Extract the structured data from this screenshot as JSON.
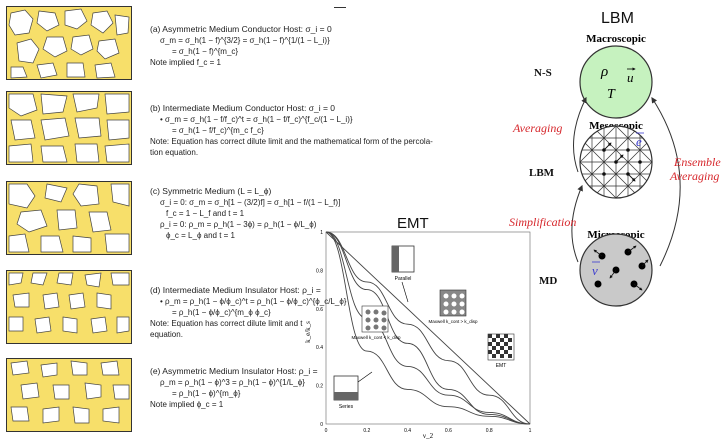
{
  "panels": [
    {
      "id": "a",
      "lines": [
        "(a) Asymmetric Medium Conductor Host: σ_i = 0",
        "σ_m = σ_h(1 − f)^{3/2} = σ_h(1 − f)^{1/(1 − L_i)}",
        "= σ_h(1 − f)^{m_c}",
        "Note implied f_c = 1"
      ]
    },
    {
      "id": "b",
      "lines": [
        "(b) Intermediate Medium Conductor Host: σ_i = 0",
        "• σ_m = σ_h(1 − f/f_c)^t = σ_h(1 − f/f_c)^{f_c/(1 − L_i)}",
        "= σ_h(1 − f/f_c)^{m_c f_c}",
        "Note: Equation has correct dilute limit and the mathematical form of the percola-",
        "tion equation."
      ]
    },
    {
      "id": "c",
      "lines": [
        "(c) Symmetric Medium (L = L_ϕ)",
        "σ_i = 0: σ_m = σ_h[1 − (3/2)f] = σ_h[1 − f/(1 − L_f)]",
        "f_c = 1 − L_f and t = 1",
        "ρ_i = 0: ρ_m = ρ_h(1 − 3ϕ) = ρ_h(1 − ϕ/L_ϕ)",
        "ϕ_c = L_ϕ and t = 1"
      ]
    },
    {
      "id": "d",
      "lines": [
        "(d) Intermediate Medium Insulator Host: ρ_i =",
        "• ρ_m = ρ_h(1 − ϕ/ϕ_c)^t = ρ_h(1 − ϕ/ϕ_c)^{ϕ_c/L_ϕ}",
        "= ρ_h(1 − ϕ/ϕ_c)^{m_ϕ ϕ_c}",
        "Note: Equation has correct dilute limit and t",
        "equation."
      ]
    },
    {
      "id": "e",
      "lines": [
        "(e) Asymmetric Medium Insulator Host: ρ_i =",
        "ρ_m = ρ_h(1 − ϕ)^3 = ρ_h(1 − ϕ)^{1/L_ϕ}",
        "= ρ_h(1 − ϕ)^{m_ϕ}",
        "Note implied ϕ_c = 1"
      ]
    }
  ],
  "emt": {
    "title": "EMT",
    "ylabel": "k_e/k_s",
    "xlabel": "ν_2",
    "labels": {
      "parallel": "Parallel",
      "maxwell_up": "Maxwell k_cont > k_disp",
      "maxwell_low": "Maxwell k_cont < k_disp",
      "emt": "EMT",
      "series": "Series"
    }
  },
  "chart_data": {
    "type": "line",
    "x": [
      0,
      0.2,
      0.4,
      0.6,
      0.8,
      1.0
    ],
    "xticks": [
      "0",
      "0.2",
      "0.4",
      "0.6",
      "0.8",
      "1"
    ],
    "yticks": [
      "0",
      "0.2",
      "0.4",
      "0.6",
      "0.8",
      "1"
    ],
    "xlabel": "ν_2",
    "ylabel": "k_e/k_s",
    "xlim": [
      0,
      1
    ],
    "ylim": [
      0,
      1
    ],
    "series": [
      {
        "name": "Parallel",
        "values": [
          1.0,
          0.8,
          0.6,
          0.4,
          0.2,
          0.0
        ]
      },
      {
        "name": "Maxwell k_cont > k_disp",
        "values": [
          1.0,
          0.74,
          0.52,
          0.33,
          0.15,
          0.0
        ]
      },
      {
        "name": "EMT",
        "values": [
          1.0,
          0.7,
          0.42,
          0.18,
          0.05,
          0.0
        ]
      },
      {
        "name": "Maxwell k_cont < k_disp",
        "values": [
          1.0,
          0.55,
          0.3,
          0.15,
          0.06,
          0.0
        ]
      },
      {
        "name": "Series",
        "values": [
          1.0,
          0.38,
          0.18,
          0.09,
          0.04,
          0.0
        ]
      }
    ]
  },
  "lbm": {
    "title": "LBM",
    "levels": {
      "macro": "Macroscopic",
      "meso": "Mesoscopic",
      "micro": "Microscopic"
    },
    "left": {
      "ns": "N-S",
      "lbm": "LBM",
      "md": "MD"
    },
    "red": {
      "averaging": "Averaging",
      "simplification": "Simplification",
      "ensemble1": "Ensemble",
      "ensemble2": "Averaging"
    },
    "symbols": {
      "rho": "ρ",
      "u": "u",
      "T": "T",
      "e": "e",
      "v": "v"
    }
  },
  "colors": {
    "yellow": "#f7df6a",
    "green": "#c6f2bf",
    "gray": "#c9c9c9",
    "red": "#d6262b",
    "gold": "#b7860b"
  }
}
